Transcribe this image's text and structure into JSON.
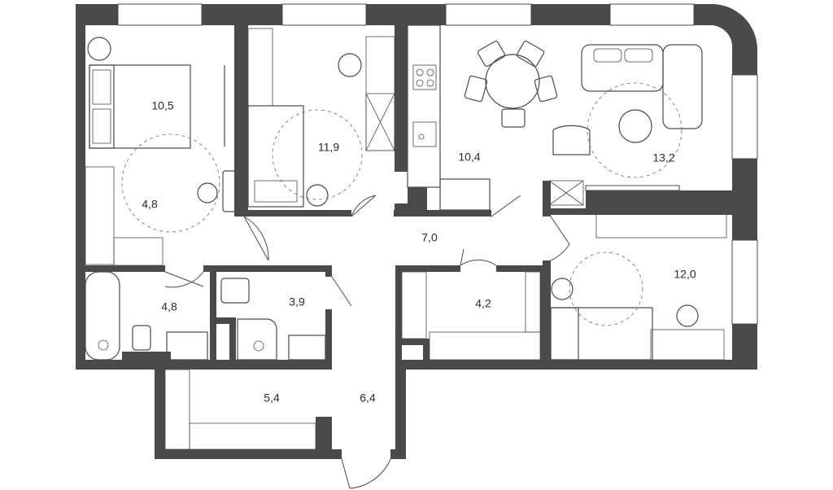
{
  "rooms": [
    {
      "id": "bedroom-1",
      "area": "10,5"
    },
    {
      "id": "wardrobe-1",
      "area": "4,8"
    },
    {
      "id": "bedroom-2",
      "area": "11,9"
    },
    {
      "id": "kitchen",
      "area": "10,4"
    },
    {
      "id": "living",
      "area": "13,2"
    },
    {
      "id": "hall",
      "area": "7,0"
    },
    {
      "id": "bath-1",
      "area": "4,8"
    },
    {
      "id": "bath-2",
      "area": "3,9"
    },
    {
      "id": "storage",
      "area": "4,2"
    },
    {
      "id": "bedroom-3",
      "area": "12,0"
    },
    {
      "id": "corridor",
      "area": "5,4"
    },
    {
      "id": "entry",
      "area": "6,4"
    }
  ]
}
